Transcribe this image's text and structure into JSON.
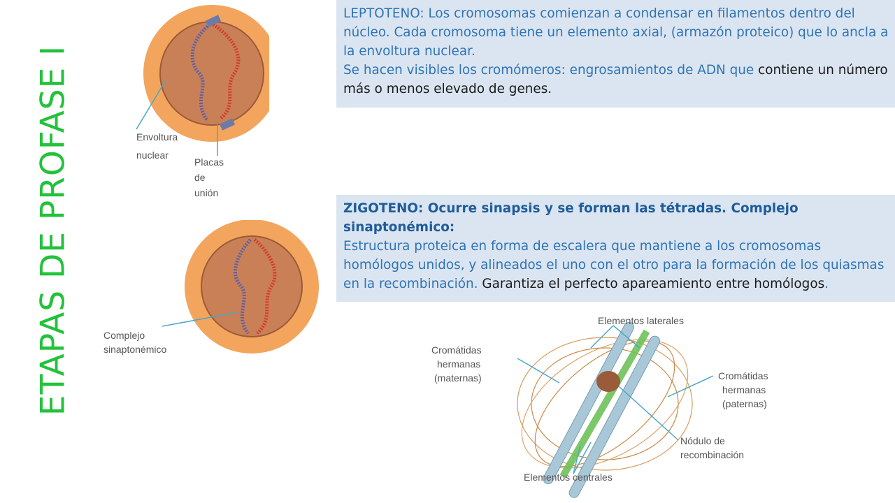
{
  "title": "ETAPAS DE PROFASE I",
  "leptoteno": {
    "p1": "LEPTOTENO: Los cromosomas comienzan a condensar en filamentos dentro del núcleo. Cada cromosoma tiene un elemento axial, (armazón proteico) que lo ancla a la envoltura nuclear.",
    "p2a": "Se hacen visibles los cromómeros: engrosamientos de ADN que",
    "p2b": " contiene un número más o menos elevado de genes."
  },
  "zigoteno": {
    "p1": "ZIGOTENO: Ocurre sinapsis y se forman las tétradas. Complejo sinaptonémico:",
    "p2a": "Estructura proteica en forma de escalera que mantiene a los cromosomas homólogos unidos,  y alineados el uno con el otro para la formación de los quiasmas en la recombinación.",
    "p2b": " Garantiza el perfecto apareamiento entre homólogos",
    "p2c": "."
  },
  "cell1": {
    "label1": [
      "Envoltura",
      "nuclear"
    ],
    "label2": [
      "Placas",
      "de",
      "unión"
    ]
  },
  "cell2": {
    "label1": [
      "Complejo",
      "sinaptonémico"
    ]
  },
  "complex": {
    "top": "Elementos laterales",
    "left": [
      "Cromátidas",
      "hermanas",
      "(maternas)"
    ],
    "right": [
      "Cromátidas",
      "hermanas",
      "(paternas)"
    ],
    "node": [
      "Nódulo de",
      "recombinación"
    ],
    "bottom": "Elementos centrales"
  },
  "colors": {
    "title": "#22c23a",
    "box_bg": "#dbe5f1",
    "box_text": "#2e74b5"
  }
}
